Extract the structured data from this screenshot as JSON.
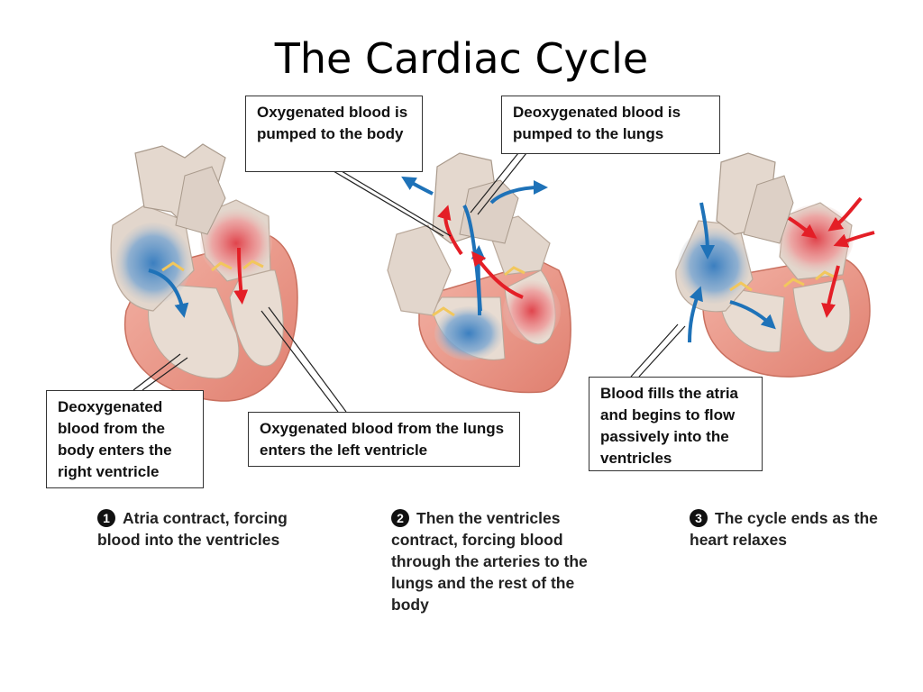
{
  "title": "The Cardiac Cycle",
  "callouts": {
    "deoxy_body": "Deoxygenated blood from the body enters the right ventricle",
    "oxy_lungs": "Oxygenated blood from the lungs enters the left ventricle",
    "oxy_body": "Oxygenated blood is pumped to the body",
    "deoxy_lungs": "Deoxygenated blood is pumped to the lungs",
    "atria_fill": "Blood fills the atria and begins to flow passively into the ventricles"
  },
  "steps": [
    {
      "number": "1",
      "text": "Atria contract, forcing blood into the ventricles"
    },
    {
      "number": "2",
      "text": "Then the ventricles contract, forcing blood through the arteries to the lungs and the rest of the body"
    },
    {
      "number": "3",
      "text": "The cycle ends as the heart relaxes"
    }
  ],
  "colors": {
    "deoxygenated_blue": "#1e72b8",
    "oxygenated_red": "#e41e26",
    "myocardium": "#e99a8c",
    "vessel": "#e2d6cc",
    "valve": "#f2c75c"
  },
  "icons": [
    "blood-flow-arrow-icon"
  ]
}
